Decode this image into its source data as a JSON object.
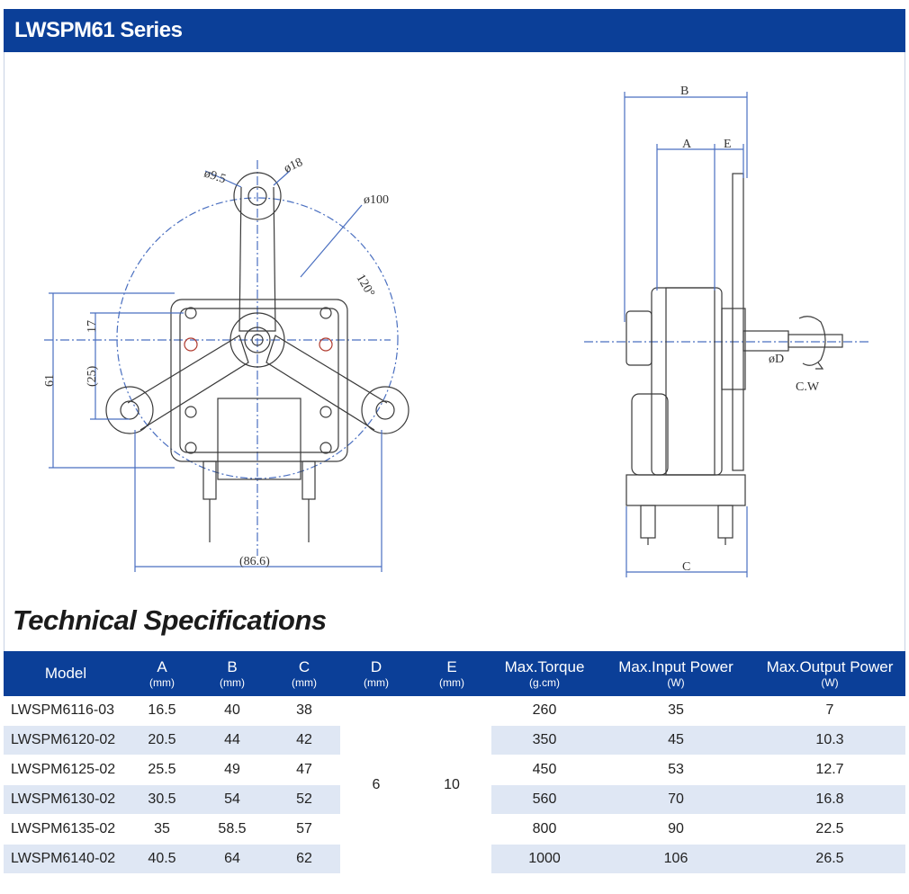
{
  "header": {
    "title": "LWSPM61 Series"
  },
  "drawing": {
    "front_labels": [
      "ø9.5",
      "ø18",
      "ø100",
      "120°",
      "17",
      "(25)",
      "61",
      "(86.6)"
    ],
    "side_labels": [
      "B",
      "A",
      "E",
      "øD",
      "C.W",
      "C"
    ]
  },
  "specs": {
    "title": "Technical Specifications",
    "columns": [
      {
        "name": "Model",
        "unit": ""
      },
      {
        "name": "A",
        "unit": "(mm)"
      },
      {
        "name": "B",
        "unit": "(mm)"
      },
      {
        "name": "C",
        "unit": "(mm)"
      },
      {
        "name": "D",
        "unit": "(mm)"
      },
      {
        "name": "E",
        "unit": "(mm)"
      },
      {
        "name": "Max.Torque",
        "unit": "(g.cm)"
      },
      {
        "name": "Max.Input Power",
        "unit": "(W)"
      },
      {
        "name": "Max.Output Power",
        "unit": "(W)"
      }
    ],
    "shared": {
      "D": "6",
      "E": "10"
    },
    "rows": [
      {
        "model": "LWSPM6116-03",
        "A": "16.5",
        "B": "40",
        "C": "38",
        "torque": "260",
        "input": "35",
        "output": "7"
      },
      {
        "model": "LWSPM6120-02",
        "A": "20.5",
        "B": "44",
        "C": "42",
        "torque": "350",
        "input": "45",
        "output": "10.3"
      },
      {
        "model": "LWSPM6125-02",
        "A": "25.5",
        "B": "49",
        "C": "47",
        "torque": "450",
        "input": "53",
        "output": "12.7"
      },
      {
        "model": "LWSPM6130-02",
        "A": "30.5",
        "B": "54",
        "C": "52",
        "torque": "560",
        "input": "70",
        "output": "16.8"
      },
      {
        "model": "LWSPM6135-02",
        "A": "35",
        "B": "58.5",
        "C": "57",
        "torque": "800",
        "input": "90",
        "output": "22.5"
      },
      {
        "model": "LWSPM6140-02",
        "A": "40.5",
        "B": "64",
        "C": "62",
        "torque": "1000",
        "input": "106",
        "output": "26.5"
      }
    ]
  }
}
